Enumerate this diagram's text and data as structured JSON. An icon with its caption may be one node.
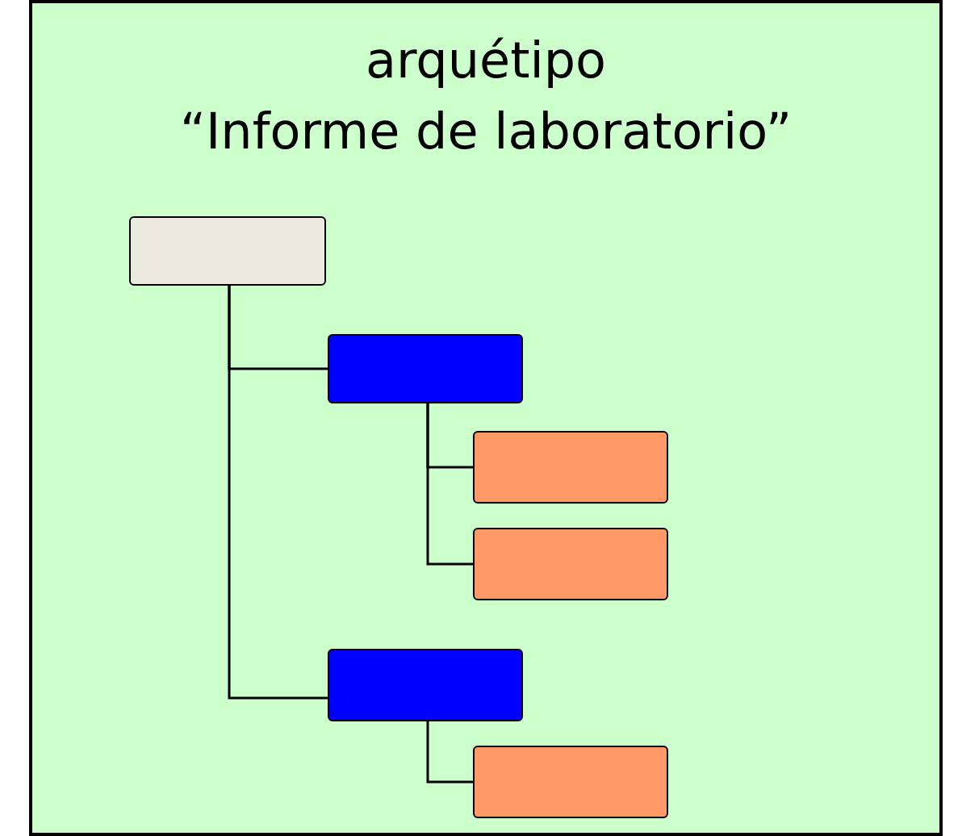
{
  "diagram": {
    "nodes": [
      {
        "text": [
          "arquétipo",
          "“Informe de laboratorio”"
        ]
      },
      {
        "text": [],
        "shape": "box",
        "in": 0
      },
      {
        "text": [],
        "shape": "box",
        "in": 0
      },
      {
        "text": [],
        "shape": "box",
        "in": 0
      },
      {
        "text": [],
        "shape": "box",
        "in": 0
      },
      {
        "text": [],
        "shape": "box",
        "in": 0
      },
      {
        "text": [],
        "shape": "box",
        "in": 0
      }
    ],
    "edges": [
      {
        "from": 1,
        "to": 2,
        "arrow": "none"
      },
      {
        "from": 2,
        "to": 3,
        "arrow": "none"
      },
      {
        "from": 2,
        "to": 4,
        "arrow": "none"
      },
      {
        "from": 1,
        "to": 5,
        "arrow": "none"
      },
      {
        "from": 5,
        "to": 6,
        "arrow": "none"
      }
    ]
  }
}
